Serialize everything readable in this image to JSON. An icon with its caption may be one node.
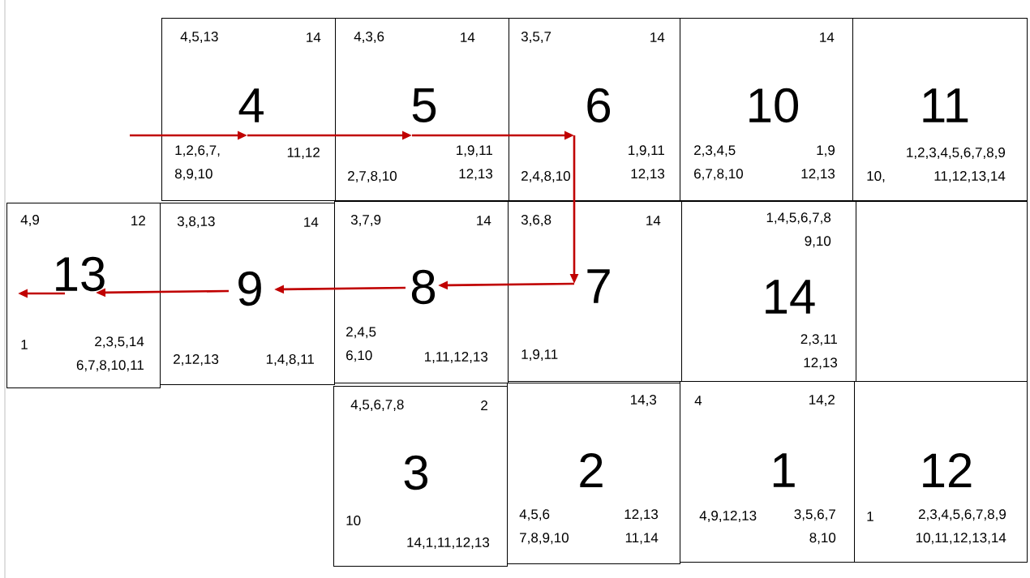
{
  "diagram": {
    "nodes": [
      {
        "text": [
          "4,5,13",
          "14",
          "4",
          "1,2,6,7, 8,9,10",
          "11,12"
        ]
      },
      {
        "text": [
          "4,3,6",
          "14",
          "5",
          "2,7,8,10",
          "1,9,11 12,13"
        ]
      },
      {
        "text": [
          "3,5,7",
          "14",
          "6",
          "2,4,8,10",
          "1,9,11 12,13"
        ]
      },
      {
        "text": [
          "14",
          "10",
          "2,3,4,5 6,7,8,10",
          "1,9 12,13"
        ]
      },
      {
        "text": [
          "11",
          "1,2,3,4,5,6,7,8,9",
          "10,",
          "11,12,13,14"
        ]
      },
      {
        "text": [
          "4,9",
          "12",
          "13",
          "1",
          "2,3,5,14 6,7,8,10,11"
        ]
      },
      {
        "text": [
          "3,8,13",
          "14",
          "9",
          "2,12,13",
          "1,4,8,11"
        ]
      },
      {
        "text": [
          "3,7,9",
          "14",
          "8",
          "2,4,5 6,10",
          "1,11,12,13"
        ]
      },
      {
        "text": [
          "3,6,8",
          "14",
          "7",
          "1,9,11"
        ]
      },
      {
        "text": [
          "1,4,5,6,7,8 9,10",
          "14",
          "2,3,11 12,13"
        ]
      },
      {
        "text": [],
        "shape": "box"
      },
      {
        "text": [
          "4,5,6,7,8",
          "2",
          "3",
          "10",
          "14,1,11,12,13"
        ]
      },
      {
        "text": [
          "14,3",
          "2",
          "4,5,6 7,8,9,10",
          "12,13 11,14"
        ]
      },
      {
        "text": [
          "4",
          "14,2",
          "1",
          "4,9,12,13",
          "3,5,6,7 8,10"
        ]
      },
      {
        "text": [
          "12",
          "1",
          "2,3,4,5,6,7,8,9 10,11,12,13,14"
        ]
      }
    ],
    "edges": [
      {
        "from": null,
        "to": 0,
        "arrow": "to"
      },
      {
        "from": 0,
        "to": 1,
        "arrow": "to"
      },
      {
        "from": 1,
        "to": 2,
        "arrow": "to"
      },
      {
        "from": 2,
        "to": 8,
        "arrow": "to"
      },
      {
        "from": 8,
        "to": 7,
        "arrow": "to"
      },
      {
        "from": 7,
        "to": 6,
        "arrow": "to"
      },
      {
        "from": 6,
        "to": 5,
        "arrow": "to"
      },
      {
        "from": 5,
        "to": null,
        "arrow": "to"
      }
    ]
  }
}
